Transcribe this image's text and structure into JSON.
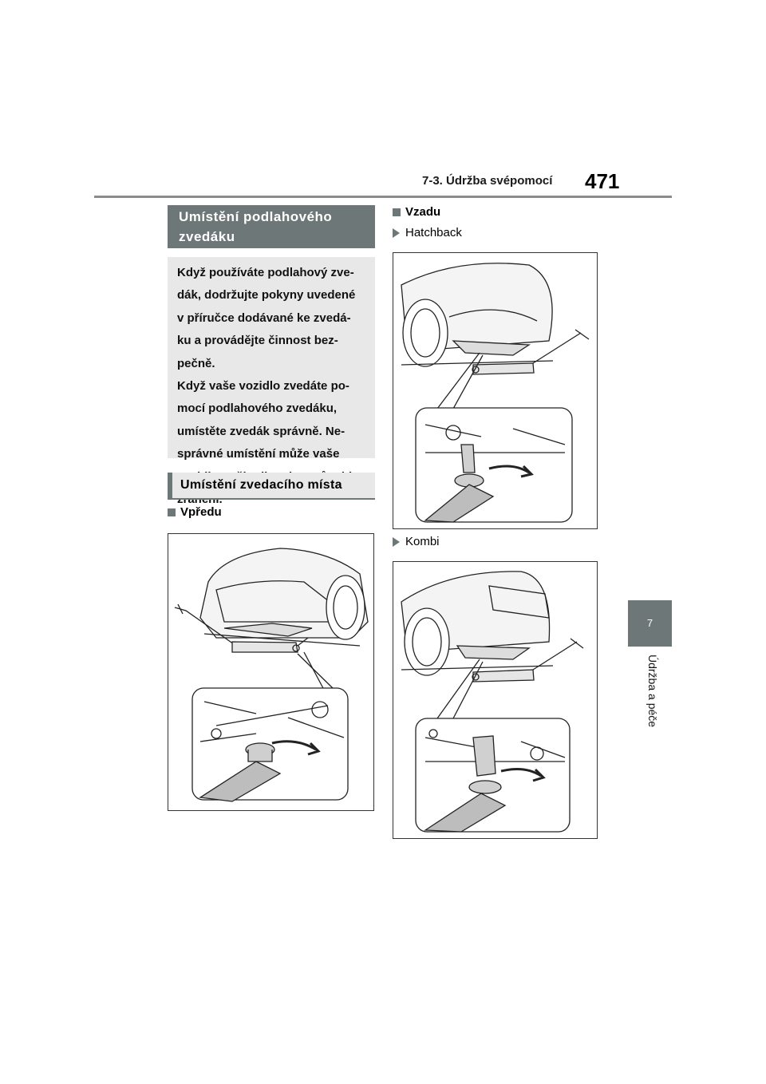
{
  "header": {
    "section_title": "7-3. Údržba svépomocí",
    "page_number": "471"
  },
  "chapter": {
    "number": "7",
    "title": "Údržba a péče"
  },
  "left_column": {
    "main_heading_line1": "Umístění podlahového",
    "main_heading_line2": "zvedáku",
    "notice_lines": [
      "Když používáte podlahový zve-",
      "dák, dodržujte pokyny uvedené",
      "v příručce dodávané ke zvedá-",
      "ku a provádějte činnost bez-",
      "pečně.",
      "Když vaše vozidlo zvedáte po-",
      "mocí podlahového zvedáku,",
      "umístěte zvedák správně. Ne-",
      "správné umístění může vaše",
      "vozidlo poškodit nebo způsobit",
      "zranění."
    ],
    "sub_heading": "Umístění zvedacího místa",
    "front_label": "Vpředu"
  },
  "right_column": {
    "rear_label": "Vzadu",
    "hatchback_label": "Hatchback",
    "kombi_label": "Kombi"
  }
}
